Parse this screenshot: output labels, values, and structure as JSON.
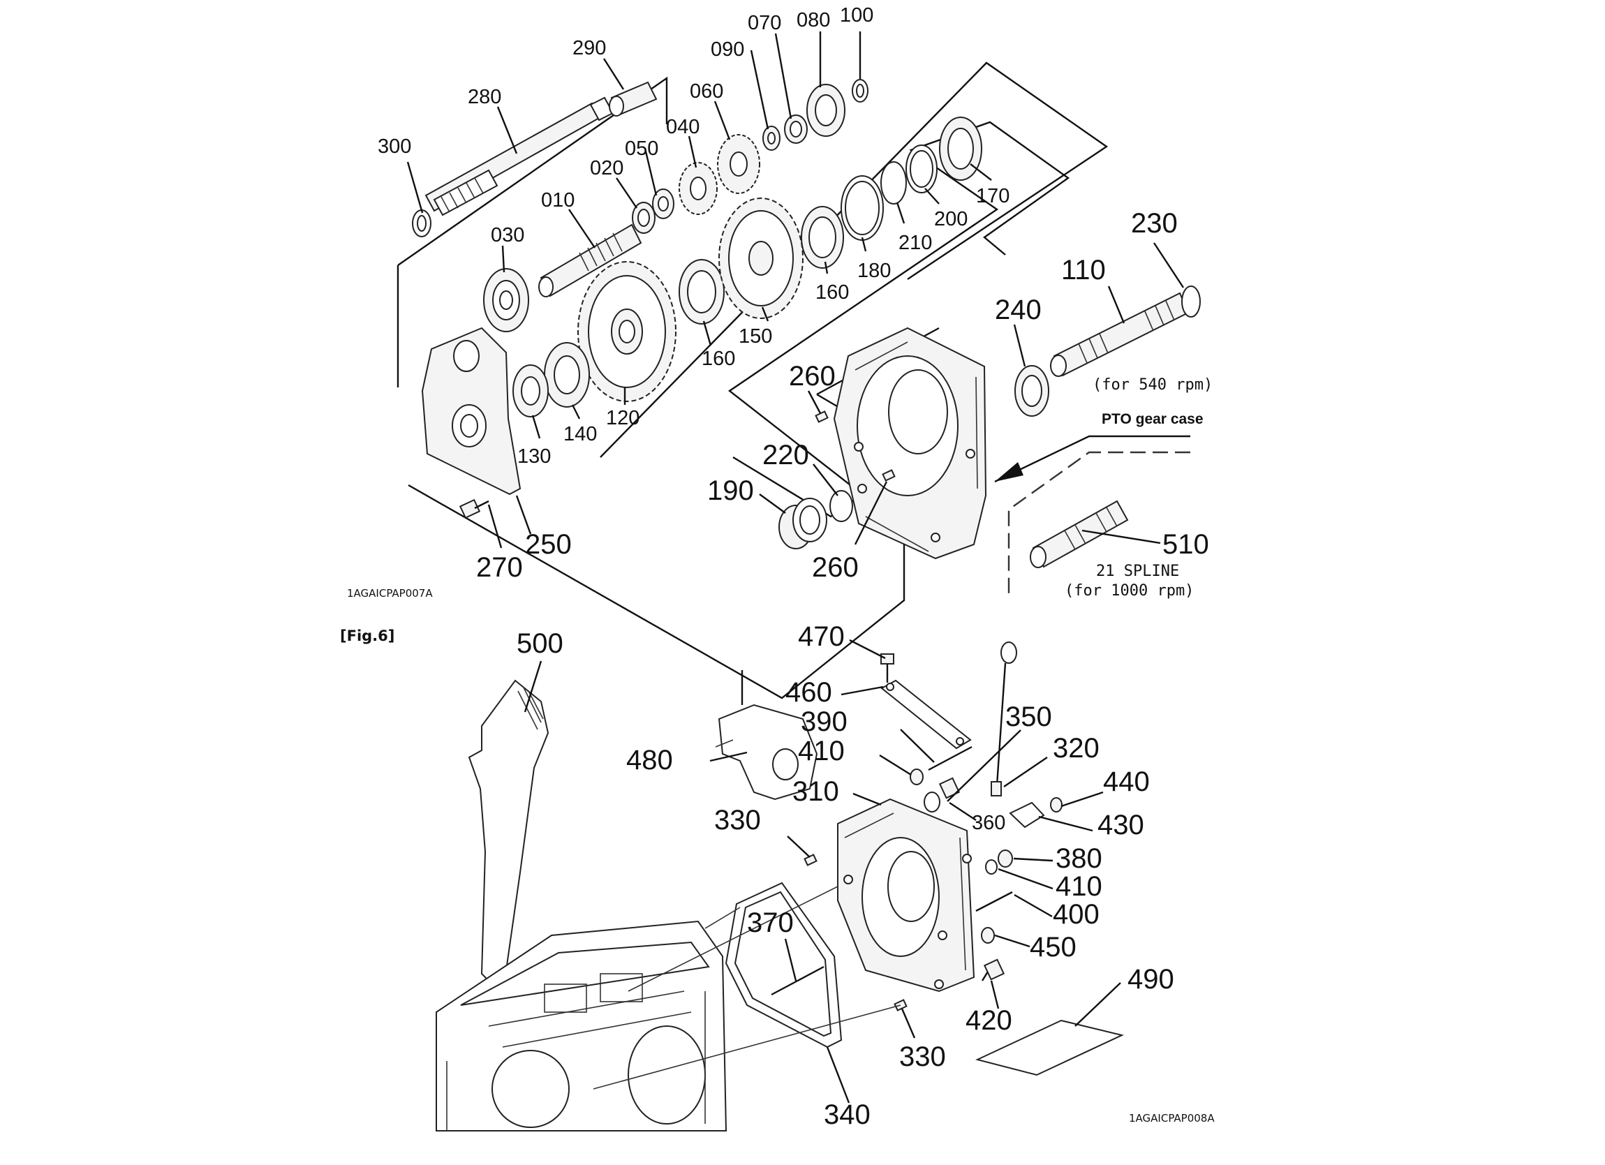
{
  "figure_top": {
    "code": "1AGAICPAP007A",
    "section_label": "PTO gear case",
    "notes": {
      "rpm_540": "(for 540 rpm)",
      "spline": "21 SPLINE",
      "rpm_1000": "(for 1000 rpm)"
    },
    "parts": {
      "p300": "300",
      "p280": "280",
      "p290": "290",
      "p090": "090",
      "p070": "070",
      "p080": "080",
      "p100": "100",
      "p060": "060",
      "p040": "040",
      "p050": "050",
      "p020": "020",
      "p010": "010",
      "p030": "030",
      "p170": "170",
      "p200": "200",
      "p210": "210",
      "p180": "180",
      "p160a": "160",
      "p160b": "160",
      "p150": "150",
      "p120": "120",
      "p140": "140",
      "p130": "130",
      "p250": "250",
      "p270": "270",
      "p230": "230",
      "p110": "110",
      "p240": "240",
      "p260a": "260",
      "p220": "220",
      "p190": "190",
      "p260b": "260",
      "p510": "510"
    }
  },
  "figure_bottom": {
    "fig_label": "[Fig.6]",
    "code": "1AGAICPAP008A",
    "parts": {
      "p500": "500",
      "p470": "470",
      "p460": "460",
      "p390": "390",
      "p350": "350",
      "p480": "480",
      "p410a": "410",
      "p320": "320",
      "p440": "440",
      "p310": "310",
      "p360": "360",
      "p430": "430",
      "p330a": "330",
      "p380": "380",
      "p410b": "410",
      "p400": "400",
      "p370": "370",
      "p450": "450",
      "p490": "490",
      "p420": "420",
      "p330b": "330",
      "p340": "340"
    }
  }
}
